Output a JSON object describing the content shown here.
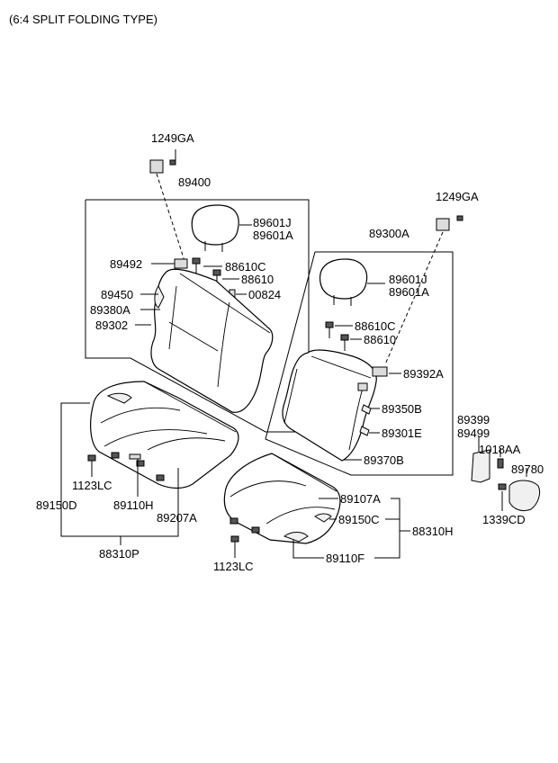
{
  "title": "(6:4 SPLIT FOLDING TYPE)",
  "labels": {
    "l_1249ga_left": "1249GA",
    "l_89400": "89400",
    "l_89601j_left": "89601J",
    "l_89601a_left": "89601A",
    "l_89492": "89492",
    "l_88610c_left": "88610C",
    "l_88610_left": "88610",
    "l_89450": "89450",
    "l_00824": "00824",
    "l_89380a": "89380A",
    "l_89302": "89302",
    "l_1249ga_right": "1249GA",
    "l_89300a": "89300A",
    "l_89601j_right": "89601J",
    "l_89601a_right": "89601A",
    "l_88610c_right": "88610C",
    "l_88610_right": "88610",
    "l_89392a": "89392A",
    "l_89350b": "89350B",
    "l_89301e": "89301E",
    "l_89370b": "89370B",
    "l_89399": "89399",
    "l_89499": "89499",
    "l_1018aa": "1018AA",
    "l_89780": "89780",
    "l_1339cd": "1339CD",
    "l_1123lc_left": "1123LC",
    "l_89150d": "89150D",
    "l_89110h": "89110H",
    "l_89207a": "89207A",
    "l_88310p": "88310P",
    "l_89107a": "89107A",
    "l_89150c": "89150C",
    "l_88310h": "88310H",
    "l_1123lc_right": "1123LC",
    "l_89110f": "89110F"
  }
}
